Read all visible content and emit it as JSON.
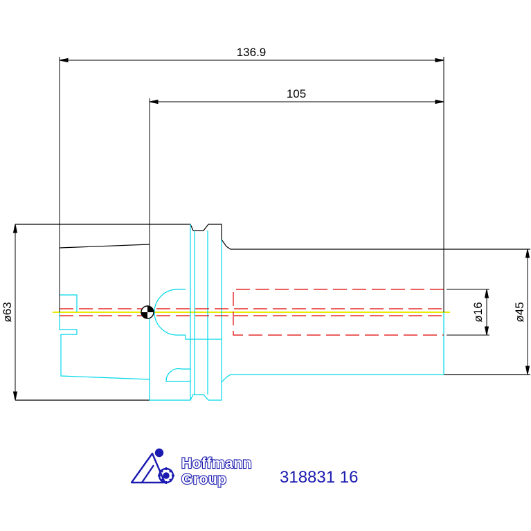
{
  "dimensions": {
    "overall_length": "136.9",
    "projection_length": "105",
    "flange_diameter": "ø63",
    "bore_diameter": "ø16",
    "shank_diameter": "ø45"
  },
  "brand": {
    "line1": "Hoffmann",
    "line2": "Group",
    "color": "#1a1ab0"
  },
  "part_number": "318831 16",
  "colors": {
    "dimension": "#000000",
    "contour": "#00d8e8",
    "bore": "#e00000",
    "axis": "#e8e800"
  }
}
